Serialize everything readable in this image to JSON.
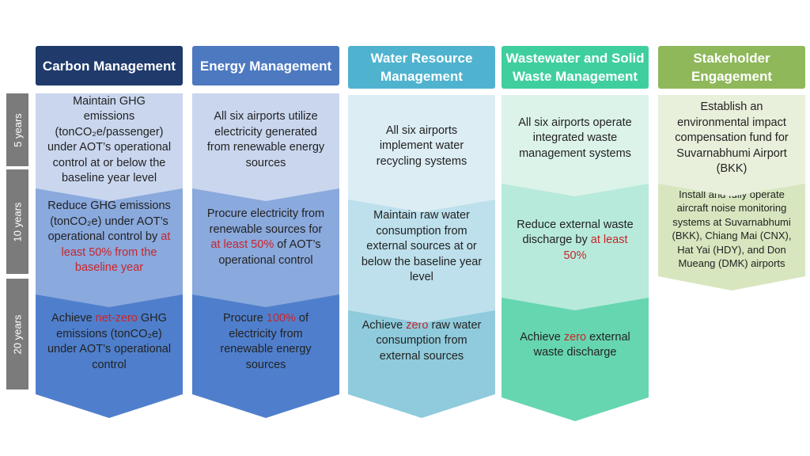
{
  "row_labels": [
    "5 years",
    "10 years",
    "20 years"
  ],
  "colors": {
    "highlight": "#c8252b",
    "carbon": [
      "#1f3a6b",
      "#c9d6ee",
      "#8aa9dd",
      "#4f7fcc"
    ],
    "energy": [
      "#4d79c0",
      "#c9d6ee",
      "#8aa9dd",
      "#4f7fcc"
    ],
    "water": [
      "#4fb3cf",
      "#dcedf4",
      "#bde0ec",
      "#8fcbdc"
    ],
    "waste": [
      "#3fcf9e",
      "#dcf3ea",
      "#b7eadb",
      "#66d6b0"
    ],
    "stakeholder": [
      "#8eb85a",
      "#e8efdb",
      "#d7e6bf",
      "#d7e6bf"
    ]
  },
  "columns": [
    {
      "title": "Carbon Management",
      "cells": [
        [
          "Maintain GHG emissions (tonCO₂e/passenger) under AOT’s operational control at or below the baseline year level"
        ],
        [
          "Reduce GHG emissions (tonCO₂e) under AOT’s operational control by ",
          "at least 50% from the baseline year",
          ""
        ],
        [
          "Achieve ",
          "net-zero",
          " GHG emissions (tonCO₂e) under AOT’s operational control"
        ]
      ]
    },
    {
      "title": "Energy Management",
      "cells": [
        [
          "All six airports utilize electricity generated from renewable energy sources"
        ],
        [
          "Procure electricity from renewable sources for ",
          "at least 50%",
          " of AOT’s operational control"
        ],
        [
          "Procure ",
          "100%",
          " of electricity from renewable energy sources"
        ]
      ]
    },
    {
      "title": "Water Resource Management",
      "cells": [
        [
          "All six airports implement water recycling systems"
        ],
        [
          "Maintain raw water consumption from external sources at or below the baseline year level"
        ],
        [
          "Achieve ",
          "zero",
          " raw water consumption from external sources"
        ]
      ]
    },
    {
      "title": "Wastewater and Solid Waste Management",
      "cells": [
        [
          "All six airports operate integrated waste management systems"
        ],
        [
          "Reduce external waste discharge by ",
          "at least 50%",
          ""
        ],
        [
          "Achieve ",
          "zero",
          " external waste discharge"
        ]
      ]
    },
    {
      "title": "Stakeholder Engagement",
      "cells": [
        [
          "Establish an environmental impact compensation fund for Suvarnabhumi Airport (BKK)"
        ],
        [
          "Install and fully operate aircraft noise monitoring systems at Suvarnabhumi (BKK), Chiang Mai (CNX), Hat Yai (HDY), and Don Mueang (DMK) airports"
        ]
      ]
    }
  ]
}
